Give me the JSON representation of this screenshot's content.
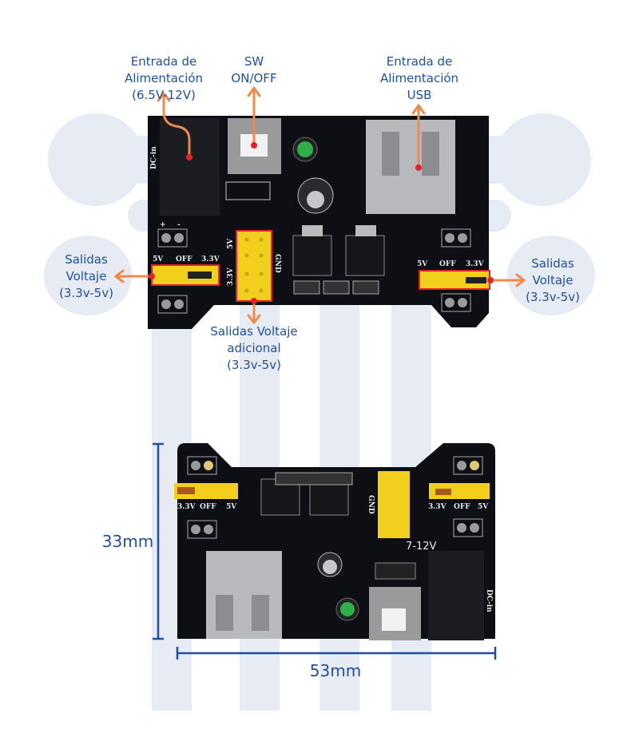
{
  "colors": {
    "label": "#1f4f9e",
    "arrow": "#f0894a",
    "marker": "#e5202a",
    "board": "#0d0f14",
    "header": "#f2cf1d",
    "watermark": "#e6ebf4"
  },
  "top_board": {
    "callouts": {
      "dc_input": [
        "Entrada de",
        "Alimentación",
        "(6.5V-12V)"
      ],
      "switch": [
        "SW",
        "ON/OFF"
      ],
      "usb_input": [
        "Entrada de",
        "Alimentación",
        "USB"
      ],
      "left_output": [
        "Salidas",
        "Voltaje",
        "(3.3v-5v)"
      ],
      "extra_output": [
        "Salidas Voltaje",
        "adicional",
        "(3.3v-5v)"
      ],
      "right_output": [
        "Salidas",
        "Voltaje",
        "(3.3v-5v)"
      ]
    },
    "silkscreen": {
      "dc_in": "DC-in",
      "v5": "5V",
      "off": "OFF",
      "v33": "3.3V",
      "gnd": "GND",
      "plus": "+",
      "minus": "-"
    }
  },
  "bottom_board": {
    "silkscreen": {
      "v33": "3.3V",
      "off": "OFF",
      "v5": "5V",
      "gnd": "GND",
      "input_range": "7-12V",
      "dc_in": "DC-in"
    },
    "dimensions": {
      "height": "33mm",
      "width": "53mm"
    }
  }
}
